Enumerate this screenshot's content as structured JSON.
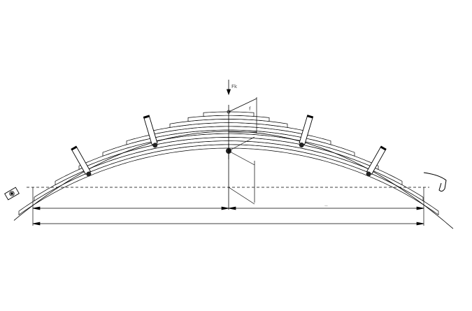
{
  "drawing": {
    "load_label": "Fk",
    "upper_height_label": "f",
    "dim_right_label": "..",
    "leaf_count": 10,
    "clamp_count": 4,
    "line_color": "#000000"
  }
}
